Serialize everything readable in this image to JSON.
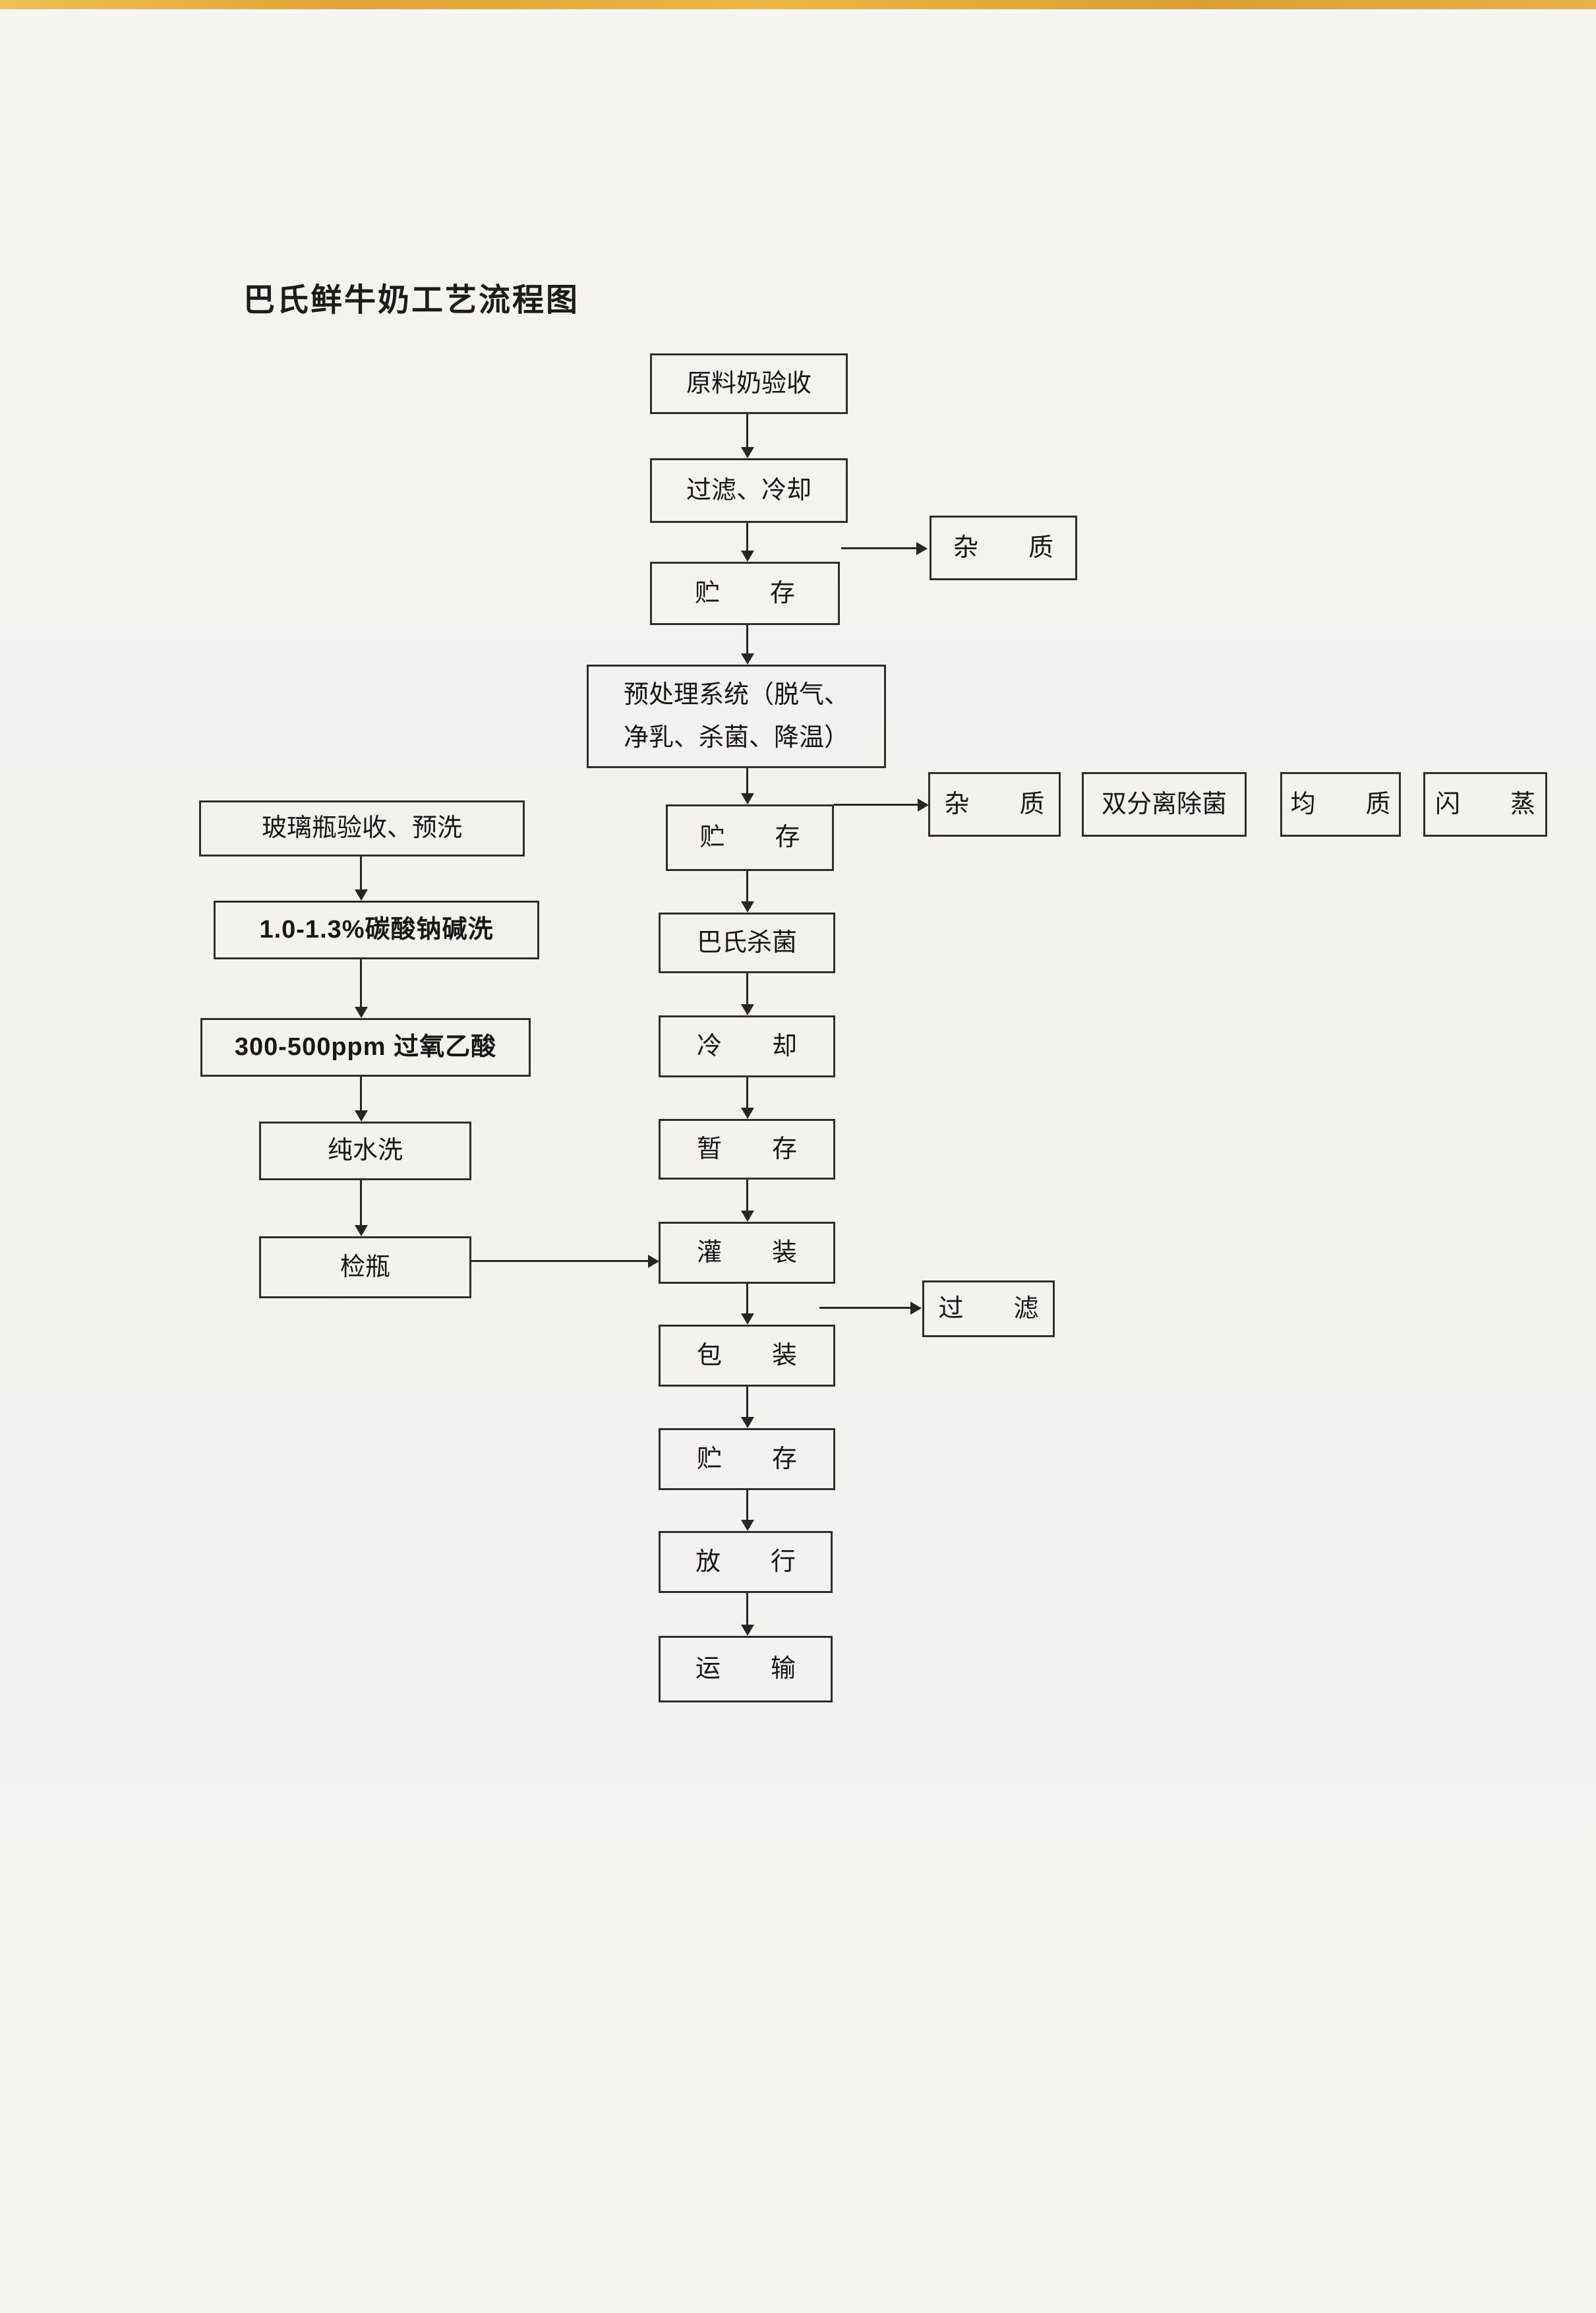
{
  "colors": {
    "page_background": "#f4f3f0",
    "line_and_border": "#2e2e2e",
    "text": "#1a1a1a",
    "scan_edge_strip": "#e0a73c"
  },
  "flowchart": {
    "title": "巴氏鲜牛奶工艺流程图",
    "nodes": {
      "raw_milk_acceptance": {
        "label": "原料奶验收"
      },
      "filtration_cooling": {
        "label": "过滤、冷却"
      },
      "storage_1": {
        "label": "贮　　存"
      },
      "impurities_1": {
        "label": "杂　　质"
      },
      "pretreatment_system": {
        "label": "预处理系统（脱气、\n净乳、杀菌、降温）"
      },
      "storage_2": {
        "label": "贮　　存"
      },
      "impurities_2": {
        "label": "杂　　质"
      },
      "dual_separation_sterilization": {
        "label": "双分离除菌"
      },
      "homogenization": {
        "label": "均　　质"
      },
      "flash_evaporation": {
        "label": "闪　　蒸"
      },
      "pasteurization": {
        "label": "巴氏杀菌"
      },
      "cooling": {
        "label": "冷　　却"
      },
      "temporary_storage": {
        "label": "暂　　存"
      },
      "filling": {
        "label": "灌　　装"
      },
      "filtration_check": {
        "label": "过　　滤"
      },
      "packaging": {
        "label": "包　　装"
      },
      "storage_3": {
        "label": "贮　　存"
      },
      "release": {
        "label": "放　　行"
      },
      "transport": {
        "label": "运　　输"
      },
      "glass_bottle_acceptance_prewash": {
        "label": "玻璃瓶验收、预洗"
      },
      "soda_alkali_wash": {
        "label": "1.0-1.3%碳酸钠碱洗"
      },
      "peracetic_acid_wash": {
        "label": "300-500ppm 过氧乙酸"
      },
      "pure_water_wash": {
        "label": "纯水洗"
      },
      "bottle_inspection": {
        "label": "检瓶"
      }
    },
    "edges": [
      {
        "from": "raw_milk_acceptance",
        "to": "filtration_cooling"
      },
      {
        "from": "filtration_cooling",
        "to": "storage_1"
      },
      {
        "from": "storage_1",
        "to": "impurities_1"
      },
      {
        "from": "storage_1",
        "to": "pretreatment_system"
      },
      {
        "from": "pretreatment_system",
        "to": "storage_2"
      },
      {
        "from": "storage_2",
        "to": "impurities_2"
      },
      {
        "from": "storage_2",
        "to": "pasteurization"
      },
      {
        "from": "pasteurization",
        "to": "cooling"
      },
      {
        "from": "cooling",
        "to": "temporary_storage"
      },
      {
        "from": "temporary_storage",
        "to": "filling"
      },
      {
        "from": "filling",
        "to": "filtration_check"
      },
      {
        "from": "filling",
        "to": "packaging"
      },
      {
        "from": "packaging",
        "to": "storage_3"
      },
      {
        "from": "storage_3",
        "to": "release"
      },
      {
        "from": "release",
        "to": "transport"
      },
      {
        "from": "glass_bottle_acceptance_prewash",
        "to": "soda_alkali_wash"
      },
      {
        "from": "soda_alkali_wash",
        "to": "peracetic_acid_wash"
      },
      {
        "from": "peracetic_acid_wash",
        "to": "pure_water_wash"
      },
      {
        "from": "pure_water_wash",
        "to": "bottle_inspection"
      },
      {
        "from": "bottle_inspection",
        "to": "filling"
      }
    ]
  }
}
